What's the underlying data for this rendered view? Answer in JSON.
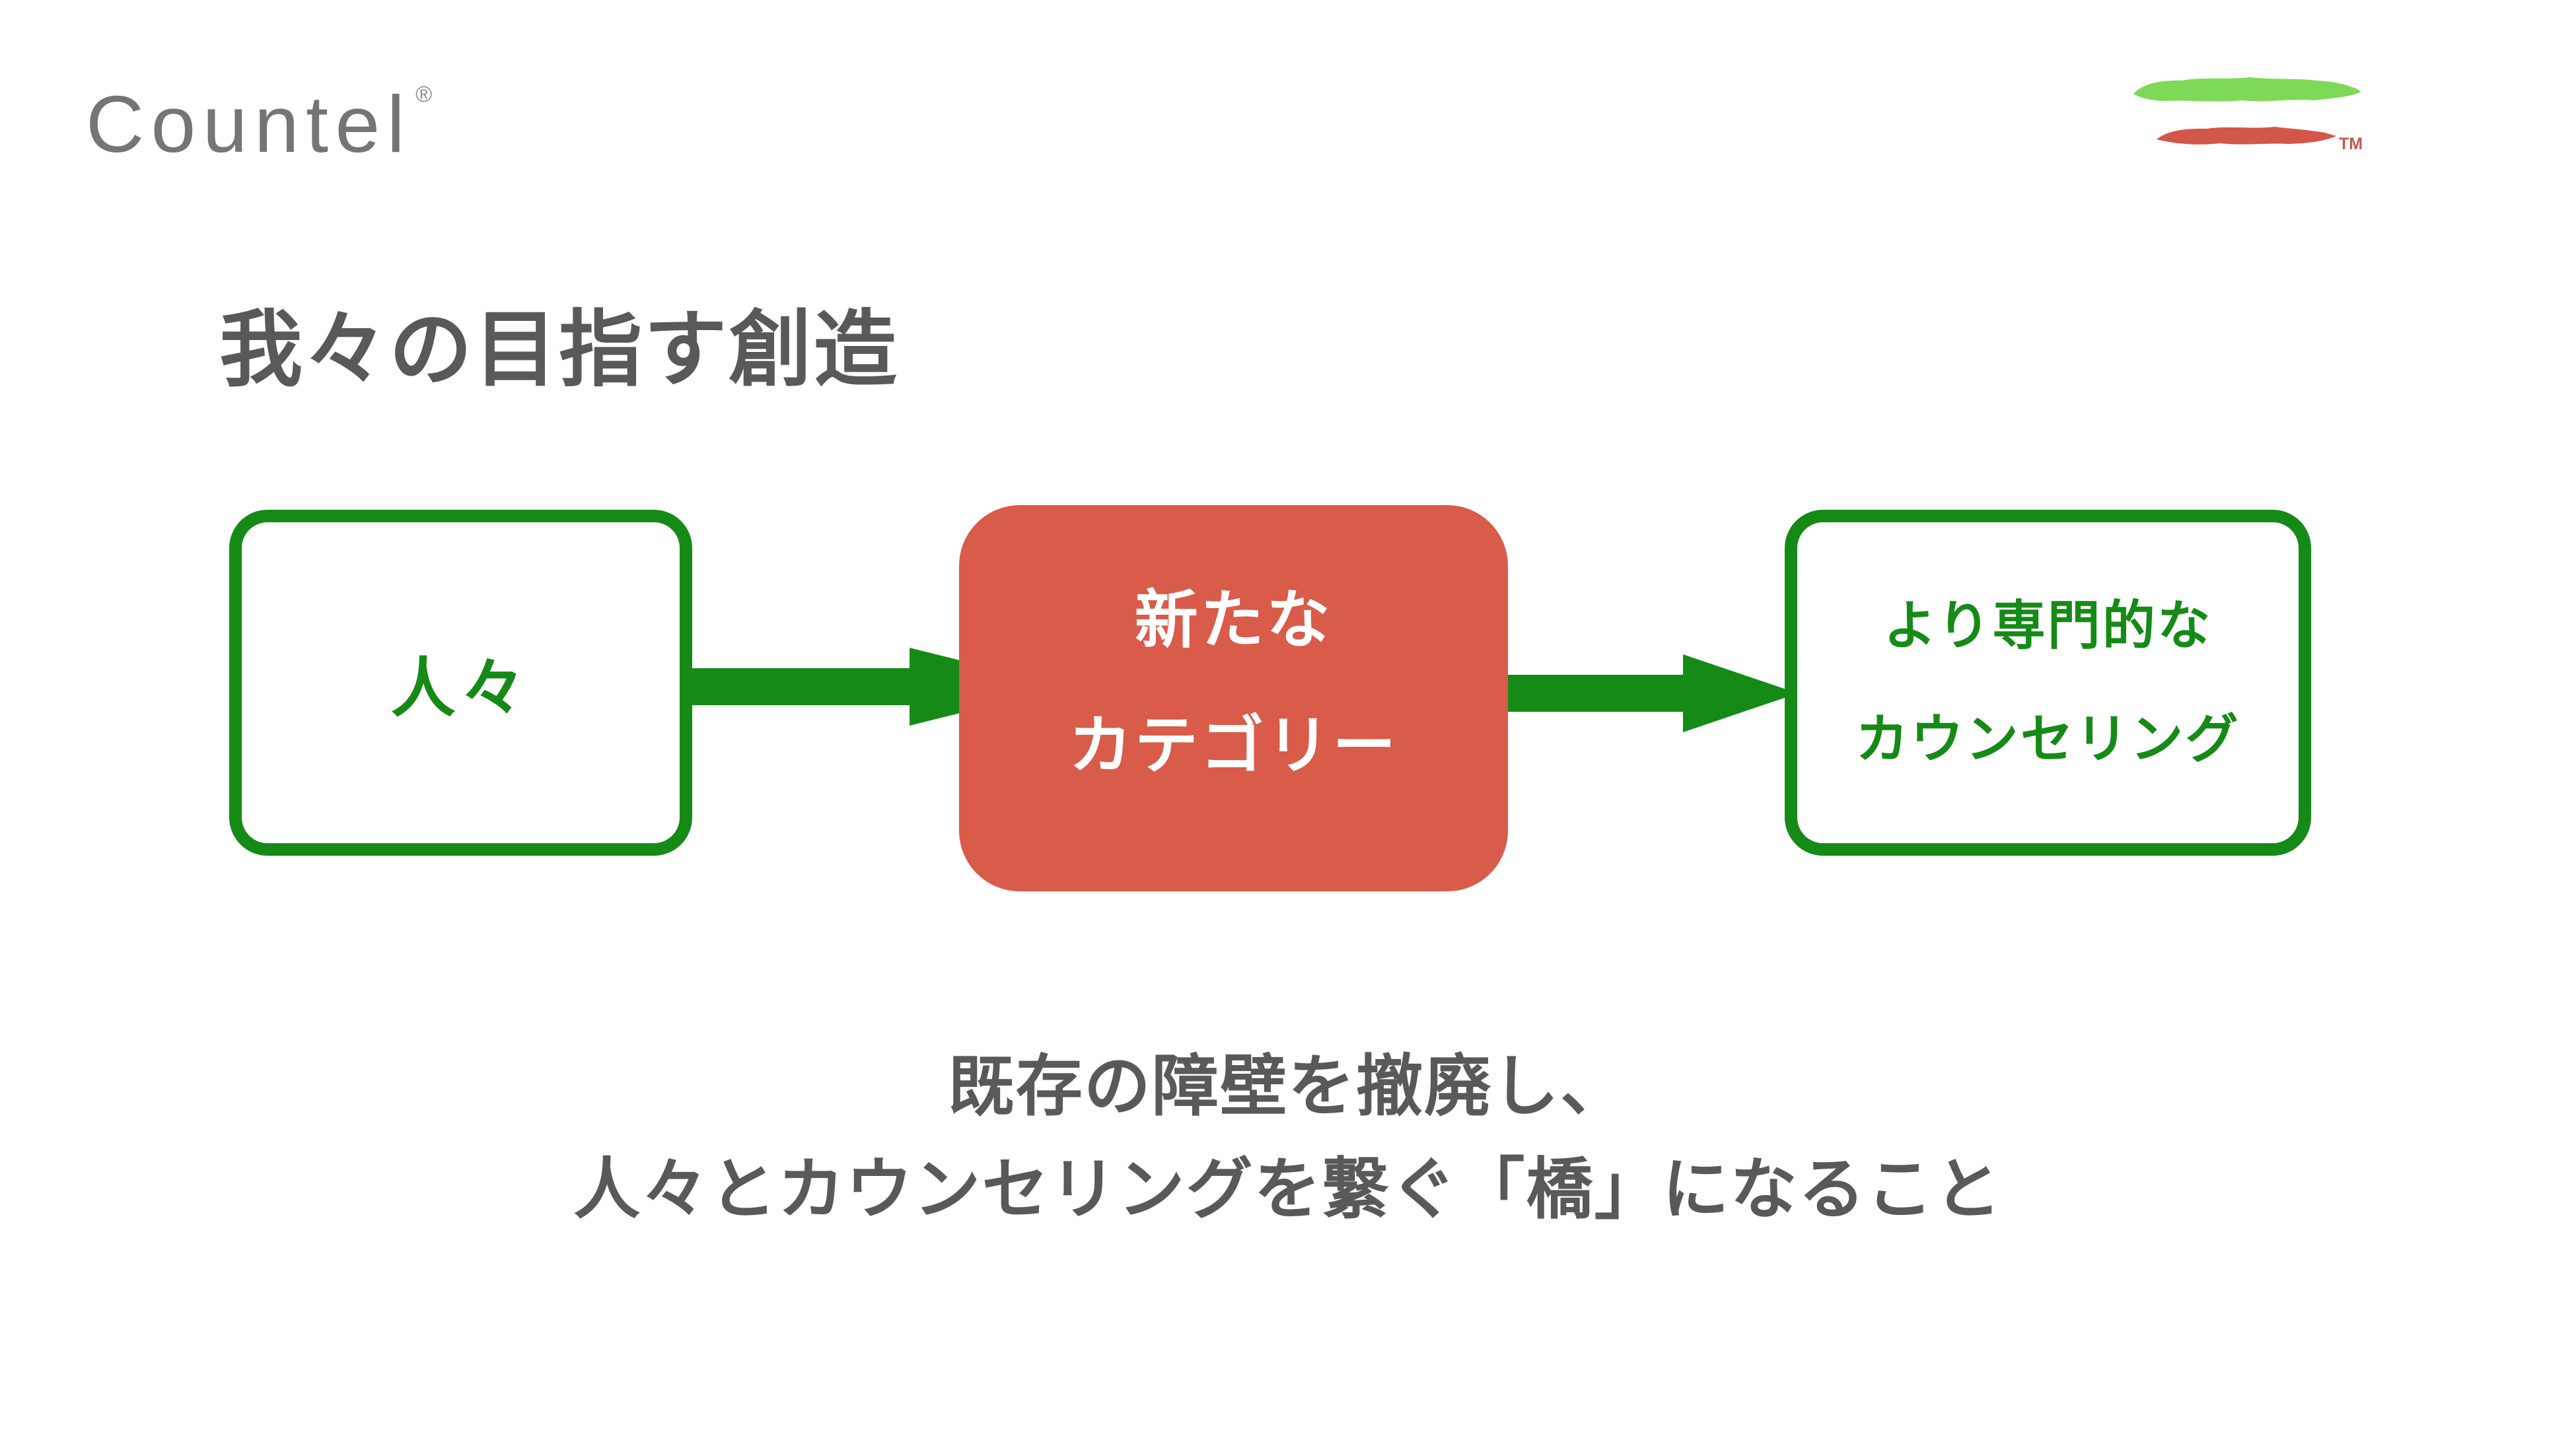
{
  "brand": {
    "logo_text": "Countel",
    "registered_mark": "®",
    "trademark_mark": "TM"
  },
  "title": "我々の目指す創造",
  "diagram": {
    "nodes": [
      {
        "id": "people",
        "style": "green-outline",
        "label": "人々"
      },
      {
        "id": "new-category",
        "style": "red-filled",
        "lines": [
          "新たな",
          "カテゴリー"
        ]
      },
      {
        "id": "specialized-counseling",
        "style": "green-outline",
        "lines": [
          "より専門的な",
          "カウンセリング"
        ]
      }
    ],
    "arrows": [
      {
        "from": "people",
        "to": "new-category",
        "direction": "right"
      },
      {
        "from": "new-category",
        "to": "specialized-counseling",
        "direction": "right"
      }
    ]
  },
  "footer": {
    "line1": "既存の障壁を撤廃し、",
    "line2": "人々とカウンセリングを繋ぐ「橋」になること"
  },
  "colors": {
    "accent_green": "#168a16",
    "accent_red": "#d95b4a",
    "text_gray": "#595959",
    "logo_gray": "#757575",
    "brush_green": "#7ed957",
    "brush_red": "#d3564a"
  }
}
